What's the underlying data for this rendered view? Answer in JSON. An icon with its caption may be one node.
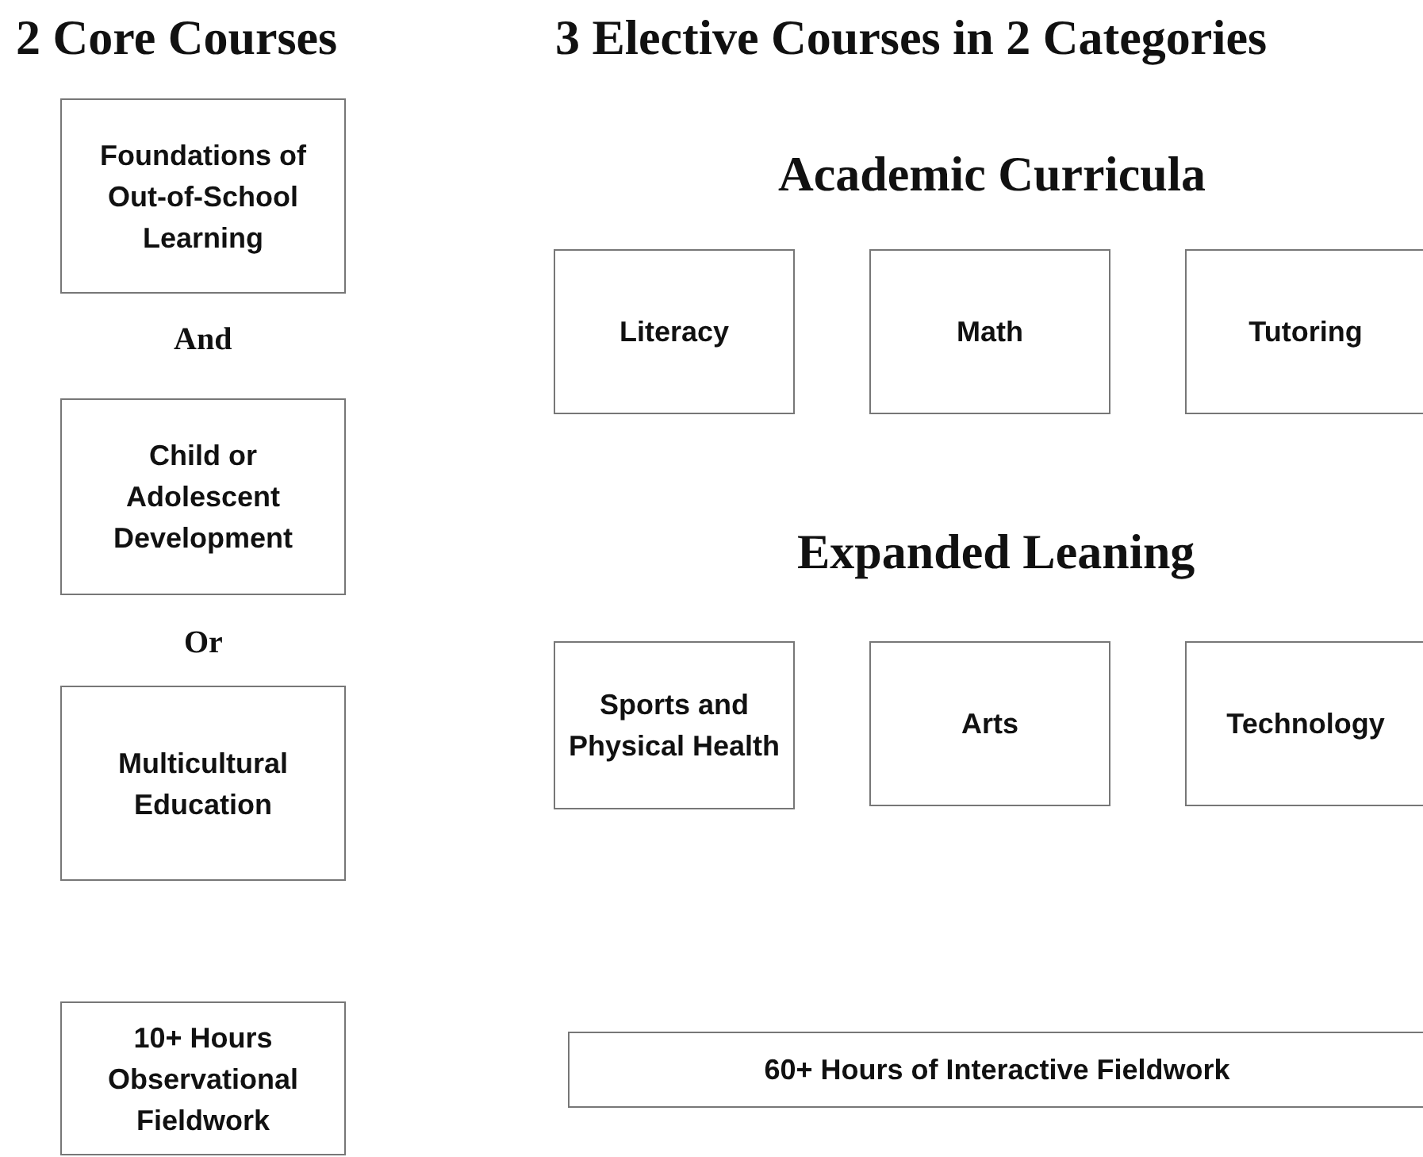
{
  "diagram": {
    "nodes": [
      {
        "text": [
          "Foundations of Out-of-School Learning"
        ]
      },
      {
        "text": [
          "Child or Adolescent Development"
        ]
      },
      {
        "text": [
          "Multicultural Education"
        ]
      },
      {
        "text": [
          "10+ Hours Observational Fieldwork"
        ]
      },
      {
        "text": [
          "Literacy"
        ]
      },
      {
        "text": [
          "Math"
        ]
      },
      {
        "text": [
          "Tutoring"
        ]
      },
      {
        "text": [
          "Sports and Physical Health"
        ]
      },
      {
        "text": [
          "Arts"
        ]
      },
      {
        "text": [
          "Technology"
        ]
      },
      {
        "text": [
          "60+ Hours of Interactive Fieldwork"
        ]
      }
    ],
    "labels": [
      "2 Core Courses",
      "3 Elective Courses in 2 Categories",
      "Academic Curricula",
      "And",
      "Or",
      "Expanded Leaning"
    ]
  }
}
